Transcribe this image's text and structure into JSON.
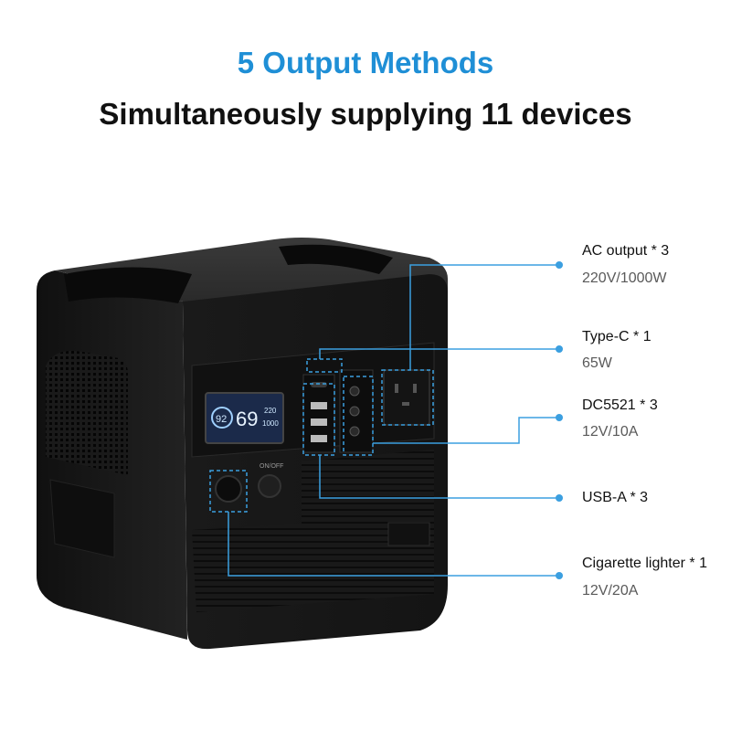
{
  "headline": "5 Output Methods",
  "subheadline": "Simultaneously supplying 11 devices",
  "accent_color": "#1f8fd6",
  "product": {
    "display": {
      "left_reading": "92",
      "main_reading": "69",
      "right_top": "220",
      "right_bottom": "1000"
    },
    "on_off_label": "ON/OFF"
  },
  "specs": [
    {
      "title": "AC output * 3",
      "value": "220V/1000W"
    },
    {
      "title": "Type-C * 1",
      "value": "65W"
    },
    {
      "title": "DC5521 * 3",
      "value": "12V/10A"
    },
    {
      "title": "USB-A * 3",
      "value": ""
    },
    {
      "title": "Cigarette lighter * 1",
      "value": "12V/20A"
    }
  ]
}
